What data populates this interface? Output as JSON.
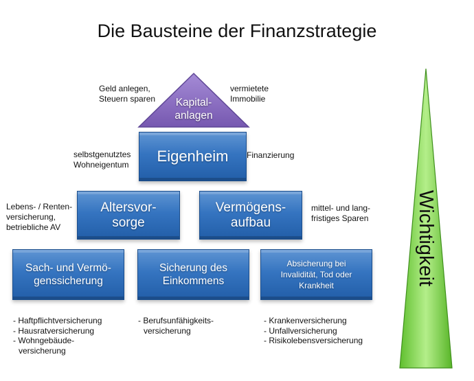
{
  "title": "Die Bausteine der Finanzstrategie",
  "colors": {
    "block_blue": "#3574c0",
    "roof_purple": "#8c6fbf",
    "triangle_green": "#7ad24a"
  },
  "roof": {
    "label_line1": "Kapital-",
    "label_line2": "anlagen"
  },
  "blocks": {
    "eigenheim": "Eigenheim",
    "altersvorsorge_line1": "Altersvor-",
    "altersvorsorge_line2": "sorge",
    "vermoegensaufbau_line1": "Vermögens-",
    "vermoegensaufbau_line2": "aufbau",
    "sach_line1": "Sach- und Vermö-",
    "sach_line2": "genssicherung",
    "sicherung_line1": "Sicherung des",
    "sicherung_line2": "Einkommens",
    "absicherung_line1": "Absicherung bei",
    "absicherung_line2": "Invalidität, Tod oder",
    "absicherung_line3": "Krankheit"
  },
  "notes": {
    "geld_line1": "Geld anlegen,",
    "geld_line2": "Steuern sparen",
    "vermietete_line1": "vermietete",
    "vermietete_line2": "Immobilie",
    "selbst_line1": "selbstgenutztes",
    "selbst_line2": "Wohneigentum",
    "finanzierung": "Finanzierung",
    "lebens_line1": "Lebens- / Renten-",
    "lebens_line2": "versicherung,",
    "lebens_line3": "betriebliche AV",
    "mittel_line1": "mittel- und lang-",
    "mittel_line2": "fristiges Sparen"
  },
  "lists": {
    "sach": [
      "- Haftpflichtversicherung",
      "- Hausratversicherung",
      "- Wohngebäude-",
      "versicherung"
    ],
    "einkommen": [
      "- Berufsunfähigkeits-",
      "versicherung"
    ],
    "kranken": [
      "- Krankenversicherung",
      "- Unfallversicherung",
      "- Risikolebensversicherung"
    ]
  },
  "importance_label": "Wichtigkeit"
}
